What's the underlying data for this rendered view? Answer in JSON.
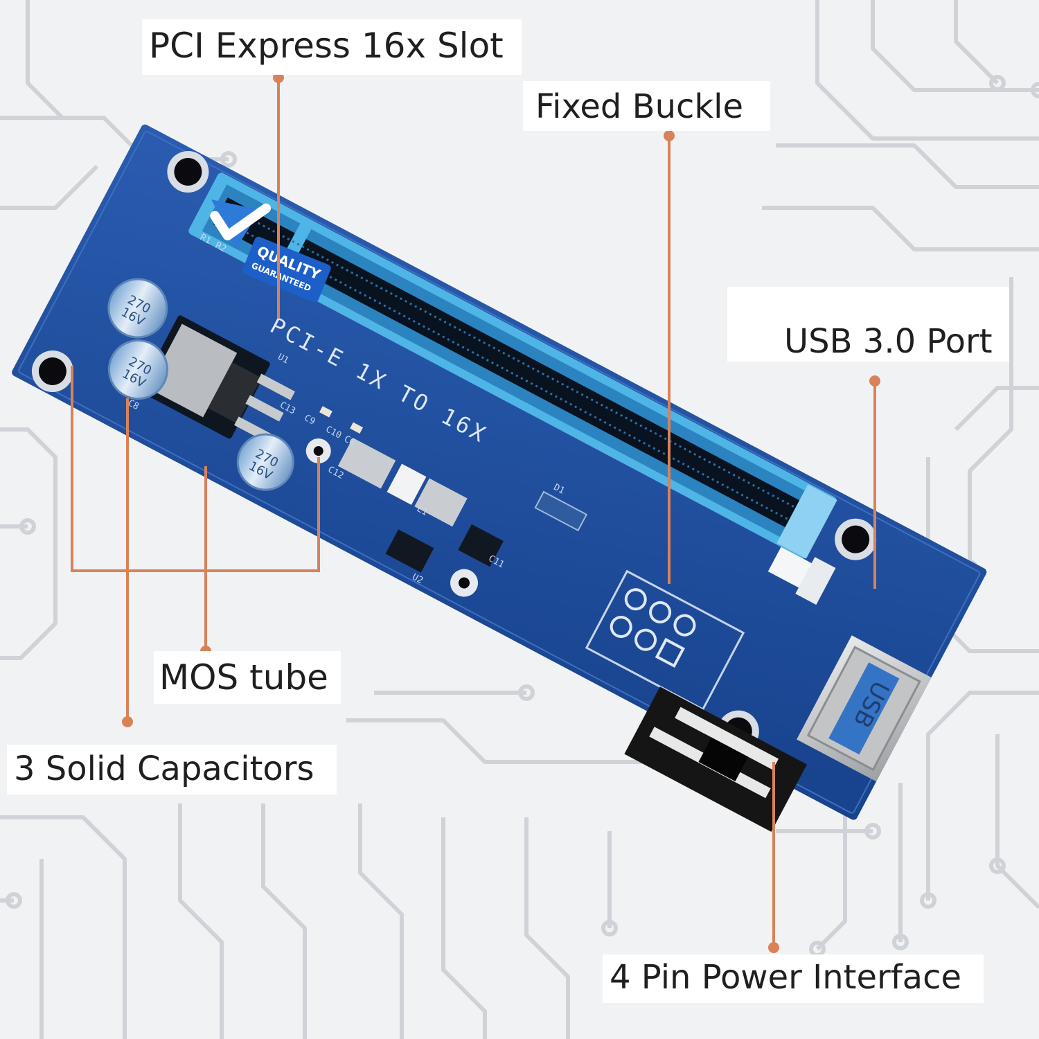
{
  "labels": {
    "slot": "PCI Express 16x Slot",
    "buckle": "Fixed Buckle",
    "usb": "USB 3.0 Port",
    "mos": "MOS tube",
    "capacitors": "3 Solid Capacitors",
    "power": "4 Pin Power Interface"
  },
  "board": {
    "silkscreen": "PCI-E 1X TO 16X",
    "capacitor_text": [
      "270",
      "16V"
    ],
    "components": [
      "R1",
      "R2",
      "U1",
      "C13",
      "C9",
      "C10",
      "C6",
      "C12",
      "C8",
      "D1",
      "L1",
      "C11",
      "U2"
    ],
    "usb_mark": "USB"
  },
  "badge": {
    "line1": "QUALITY",
    "line2": "GUARANTEED"
  },
  "colors": {
    "board": "#1d4fa0",
    "slot": "#4fb4e6",
    "callout": "#d9825a",
    "background": "#f1f2f4",
    "trace": "#cfd3d7"
  }
}
